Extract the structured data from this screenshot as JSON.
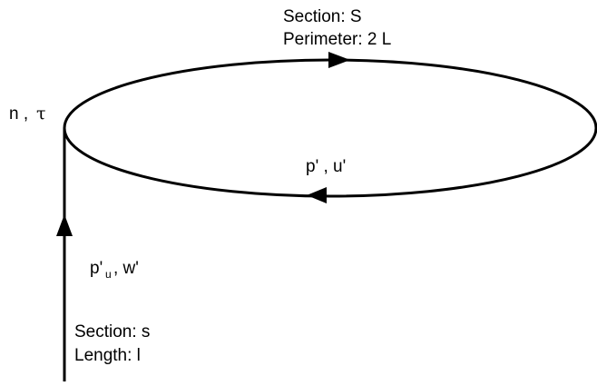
{
  "loop": {
    "section": "Section: S",
    "perimeter": "Perimeter: 2 L",
    "fields": "p' , u'"
  },
  "junction": {
    "n": "n ,",
    "tau": "τ"
  },
  "branch": {
    "p_main": "p'",
    "p_sub": "u",
    "w": ", w'",
    "section": "Section: s",
    "length": "Length: l"
  }
}
